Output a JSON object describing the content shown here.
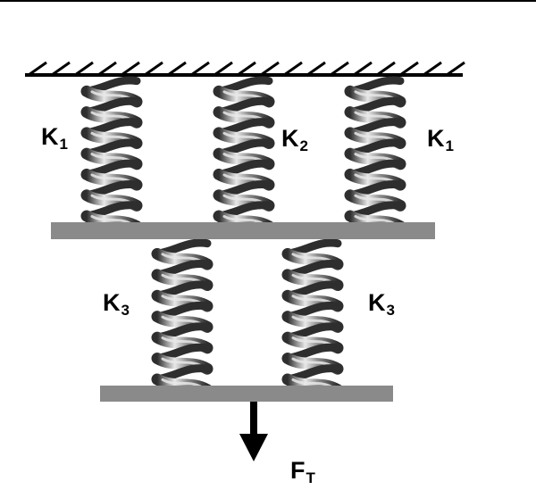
{
  "diagram": {
    "labels": {
      "k1_left": {
        "main": "K",
        "sub": "1"
      },
      "k2": {
        "main": "K",
        "sub": "2"
      },
      "k1_right": {
        "main": "K",
        "sub": "1"
      },
      "k3_left": {
        "main": "K",
        "sub": "3"
      },
      "k3_right": {
        "main": "K",
        "sub": "3"
      },
      "force": {
        "main": "F",
        "sub": "T"
      }
    },
    "colors": {
      "plate": "#8a8a8a",
      "ceiling": "#000000",
      "coil_light": "#e8e8e8",
      "coil_mid": "#8c8c8c",
      "coil_dark": "#2e2e2e",
      "arrow": "#000000"
    }
  }
}
